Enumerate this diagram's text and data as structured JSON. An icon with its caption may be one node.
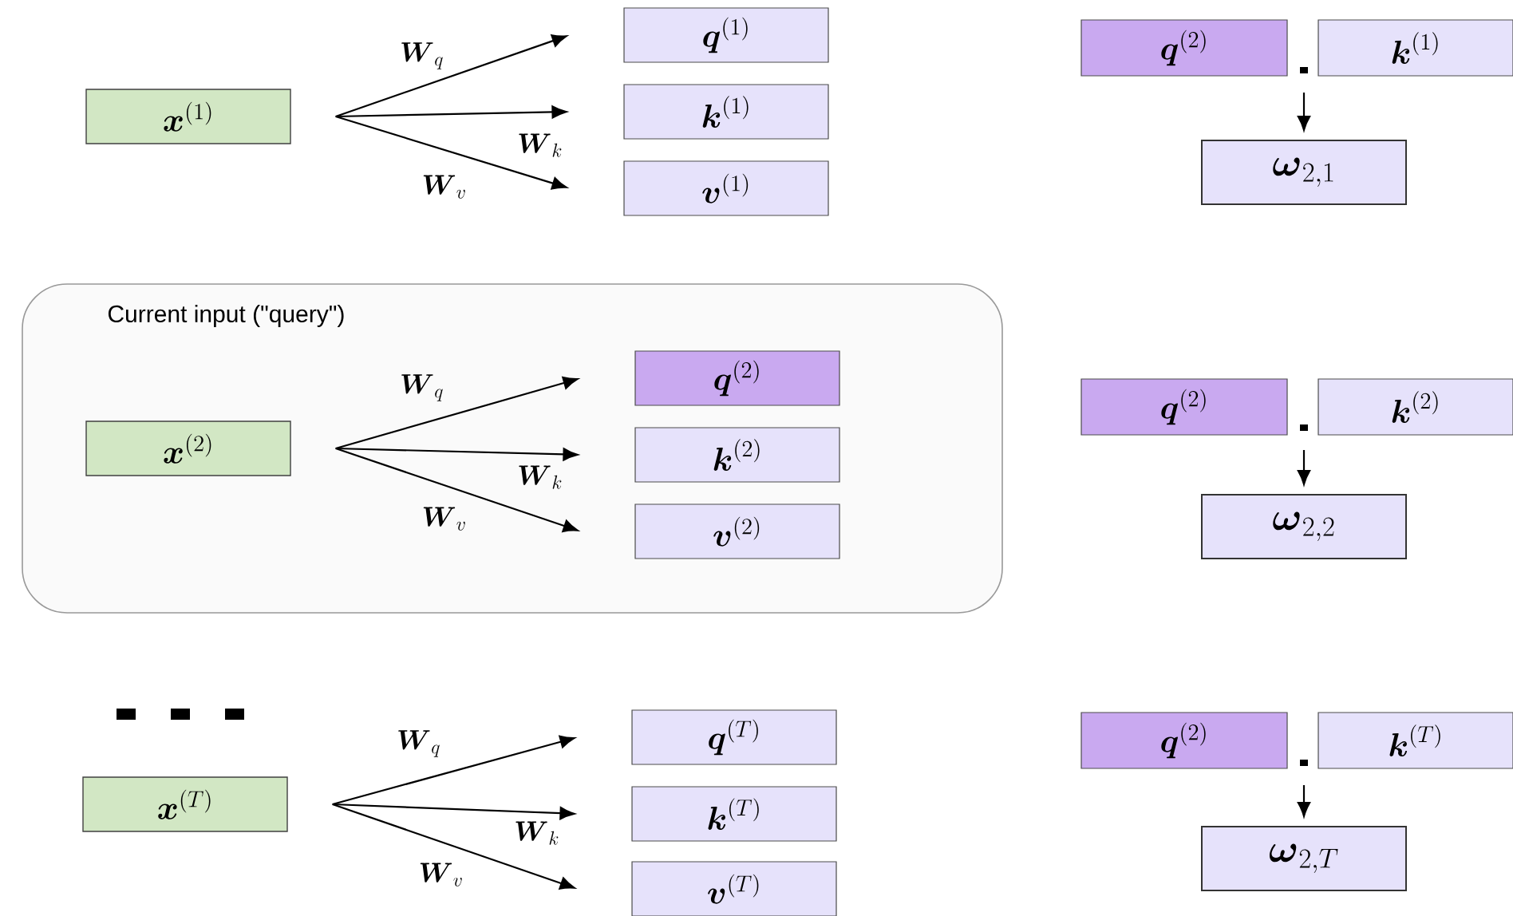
{
  "diagram": {
    "nodes": [
      {
        "text": [
          "\\boldsymbol{x}^{(1)}"
        ]
      },
      {
        "text": [
          "\\boldsymbol{q}^{(1)}"
        ]
      },
      {
        "text": [
          "\\boldsymbol{k}^{(1)}"
        ]
      },
      {
        "text": [
          "\\boldsymbol{v}^{(1)}"
        ]
      },
      {
        "text": [
          "\\boldsymbol{q}^{(2)}"
        ]
      },
      {
        "text": [
          "\\boldsymbol{k}^{(1)}"
        ]
      },
      {
        "text": [
          "\\boldsymbol{\\omega}_{2,1}"
        ]
      },
      {
        "text": [
          "Current input (\"query\")"
        ]
      },
      {
        "text": [
          "\\boldsymbol{x}^{(2)}"
        ],
        "in": 7
      },
      {
        "text": [
          "\\boldsymbol{q}^{(2)}"
        ],
        "in": 7
      },
      {
        "text": [
          "\\boldsymbol{k}^{(2)}"
        ],
        "in": 7
      },
      {
        "text": [
          "\\boldsymbol{v}^{(2)}"
        ],
        "in": 7
      },
      {
        "text": [
          "\\boldsymbol{q}^{(2)}"
        ]
      },
      {
        "text": [
          "\\boldsymbol{k}^{(2)}"
        ]
      },
      {
        "text": [
          "\\boldsymbol{\\omega}_{2,2}"
        ]
      },
      {
        "text": [
          "\\boldsymbol{x}^{(T)}"
        ]
      },
      {
        "text": [
          "\\boldsymbol{q}^{(T)}"
        ]
      },
      {
        "text": [
          "\\boldsymbol{k}^{(T)}"
        ]
      },
      {
        "text": [
          "\\boldsymbol{v}^{(T)}"
        ]
      },
      {
        "text": [
          "\\boldsymbol{q}^{(2)}"
        ]
      },
      {
        "text": [
          "\\boldsymbol{k}^{(T)}"
        ]
      },
      {
        "text": [
          "\\boldsymbol{\\omega}_{2,T}"
        ]
      }
    ],
    "edges": [
      {
        "from": 0,
        "to": 1,
        "arrow": "to",
        "label": "\\boldsymbol{W}_q"
      },
      {
        "from": 0,
        "to": 2,
        "arrow": "to",
        "label": "\\boldsymbol{W}_k"
      },
      {
        "from": 0,
        "to": 3,
        "arrow": "to",
        "label": "\\boldsymbol{W}_v"
      },
      {
        "from": null,
        "to": 6,
        "arrow": "to"
      },
      {
        "from": 8,
        "to": 9,
        "arrow": "to",
        "label": "\\boldsymbol{W}_q"
      },
      {
        "from": 8,
        "to": 10,
        "arrow": "to",
        "label": "\\boldsymbol{W}_k"
      },
      {
        "from": 8,
        "to": 11,
        "arrow": "to",
        "label": "\\boldsymbol{W}_v"
      },
      {
        "from": null,
        "to": 14,
        "arrow": "to"
      },
      {
        "from": 15,
        "to": 16,
        "arrow": "to",
        "label": "\\boldsymbol{W}_q"
      },
      {
        "from": 15,
        "to": 17,
        "arrow": "to",
        "label": "\\boldsymbol{W}_k"
      },
      {
        "from": 15,
        "to": 18,
        "arrow": "to",
        "label": "\\boldsymbol{W}_v"
      },
      {
        "from": null,
        "to": 21,
        "arrow": "to"
      }
    ]
  }
}
